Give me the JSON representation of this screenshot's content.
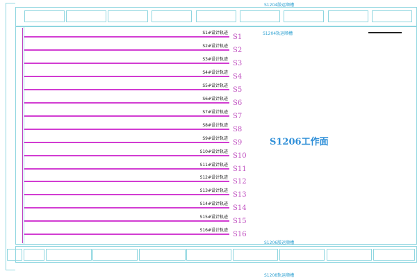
{
  "roadways": {
    "top": "S1204胶运顺槽",
    "inner_top": "S1204轨运顺槽",
    "inner_bottom": "S1206胶运顺槽",
    "bottom": "S1208轨运顺槽"
  },
  "working_face": "S1206工作面",
  "top_boxes": [
    "",
    "",
    "",
    "",
    "",
    "",
    "",
    "",
    ""
  ],
  "bottom_boxes": [
    "",
    "",
    "",
    "",
    "",
    "",
    "",
    "",
    "",
    ""
  ],
  "tracks": [
    {
      "id": "S1",
      "label": "S1#设计轨迹"
    },
    {
      "id": "S2",
      "label": "S2#设计轨迹"
    },
    {
      "id": "S3",
      "label": "S3#设计轨迹"
    },
    {
      "id": "S4",
      "label": "S4#设计轨迹"
    },
    {
      "id": "S5",
      "label": "S5#设计轨迹"
    },
    {
      "id": "S6",
      "label": "S6#设计轨迹"
    },
    {
      "id": "S7",
      "label": "S7#设计轨迹"
    },
    {
      "id": "S8",
      "label": "S8#设计轨迹"
    },
    {
      "id": "S9",
      "label": "S9#设计轨迹"
    },
    {
      "id": "S10",
      "label": "S10#设计轨迹"
    },
    {
      "id": "S11",
      "label": "S11#设计轨迹"
    },
    {
      "id": "S12",
      "label": "S12#设计轨迹"
    },
    {
      "id": "S13",
      "label": "S13#设计轨迹"
    },
    {
      "id": "S14",
      "label": "S14#设计轨迹"
    },
    {
      "id": "S15",
      "label": "S15#设计轨迹"
    },
    {
      "id": "S16",
      "label": "S16#设计轨迹"
    }
  ],
  "colors": {
    "roadway": "#8fd6e0",
    "track": "#d23cd2",
    "face_label": "#2f8fd8"
  }
}
